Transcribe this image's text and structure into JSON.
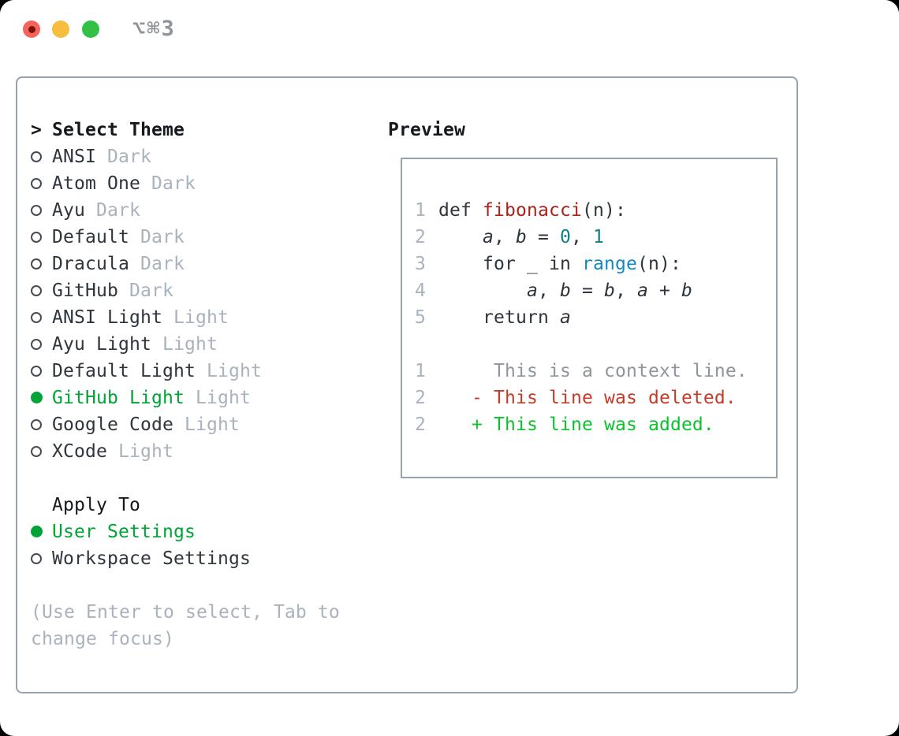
{
  "window": {
    "title": "⌥⌘3"
  },
  "traffic_lights": [
    {
      "name": "close",
      "has_dot": true
    },
    {
      "name": "minimize",
      "has_dot": false
    },
    {
      "name": "zoom",
      "has_dot": false
    }
  ],
  "theme_picker": {
    "prompt": ">",
    "title": "Select Theme",
    "themes": [
      {
        "name": "ANSI",
        "variant": "Dark",
        "selected": false
      },
      {
        "name": "Atom One",
        "variant": "Dark",
        "selected": false
      },
      {
        "name": "Ayu",
        "variant": "Dark",
        "selected": false
      },
      {
        "name": "Default",
        "variant": "Dark",
        "selected": false
      },
      {
        "name": "Dracula",
        "variant": "Dark",
        "selected": false
      },
      {
        "name": "GitHub",
        "variant": "Dark",
        "selected": false
      },
      {
        "name": "ANSI Light",
        "variant": "Light",
        "selected": false
      },
      {
        "name": "Ayu Light",
        "variant": "Light",
        "selected": false
      },
      {
        "name": "Default Light",
        "variant": "Light",
        "selected": false
      },
      {
        "name": "GitHub Light",
        "variant": "Light",
        "selected": true
      },
      {
        "name": "Google Code",
        "variant": "Light",
        "selected": false
      },
      {
        "name": "XCode",
        "variant": "Light",
        "selected": false
      }
    ],
    "apply_to_title": "Apply To",
    "apply_options": [
      {
        "name": "User Settings",
        "selected": true
      },
      {
        "name": "Workspace Settings",
        "selected": false
      }
    ],
    "hint_lines": [
      "(Use Enter to select, Tab to",
      "change focus)"
    ]
  },
  "preview": {
    "title": "Preview",
    "lines": [
      {
        "num": "1",
        "tokens": [
          [
            "def ",
            "text"
          ],
          [
            "fibonacci",
            "function"
          ],
          [
            "(n):",
            "text"
          ]
        ]
      },
      {
        "num": "2",
        "tokens": [
          [
            "    ",
            "text"
          ],
          [
            "a",
            "var"
          ],
          [
            ", ",
            "text"
          ],
          [
            "b",
            "var"
          ],
          [
            " = ",
            "text"
          ],
          [
            "0",
            "number"
          ],
          [
            ", ",
            "text"
          ],
          [
            "1",
            "number"
          ]
        ]
      },
      {
        "num": "3",
        "tokens": [
          [
            "    for _ in ",
            "text"
          ],
          [
            "range",
            "builtin"
          ],
          [
            "(n):",
            "text"
          ]
        ]
      },
      {
        "num": "4",
        "tokens": [
          [
            "        ",
            "text"
          ],
          [
            "a",
            "var"
          ],
          [
            ", ",
            "text"
          ],
          [
            "b",
            "var"
          ],
          [
            " = ",
            "text"
          ],
          [
            "b",
            "var"
          ],
          [
            ", ",
            "text"
          ],
          [
            "a",
            "var"
          ],
          [
            " + ",
            "text"
          ],
          [
            "b",
            "var"
          ]
        ]
      },
      {
        "num": "5",
        "tokens": [
          [
            "    return ",
            "text"
          ],
          [
            "a",
            "var"
          ]
        ]
      },
      {
        "num": "",
        "tokens": []
      },
      {
        "num": "1",
        "tokens": [
          [
            "     This is a context line.",
            "context"
          ]
        ]
      },
      {
        "num": "2",
        "tokens": [
          [
            "   - This line was deleted.",
            "deleted"
          ]
        ]
      },
      {
        "num": "2",
        "tokens": [
          [
            "   + This line was added.",
            "added"
          ]
        ]
      }
    ]
  },
  "colors": {
    "text": "#2e353d",
    "heading": "#15191d",
    "muted": "#a9b2bd",
    "selected_green": "#00a436",
    "added_green": "#0bc12d",
    "deleted_red": "#c43b27",
    "function_red": "#a8231c",
    "number_teal": "#0f8083",
    "builtin_blue": "#1289c5",
    "context_gray": "#8e959c",
    "border": "#98a2ae",
    "title_gray": "#8f959b",
    "traffic_red": "#f4645a",
    "traffic_yellow": "#f6bd3f",
    "traffic_green": "#32c146",
    "traffic_dot": "#7c110b"
  }
}
